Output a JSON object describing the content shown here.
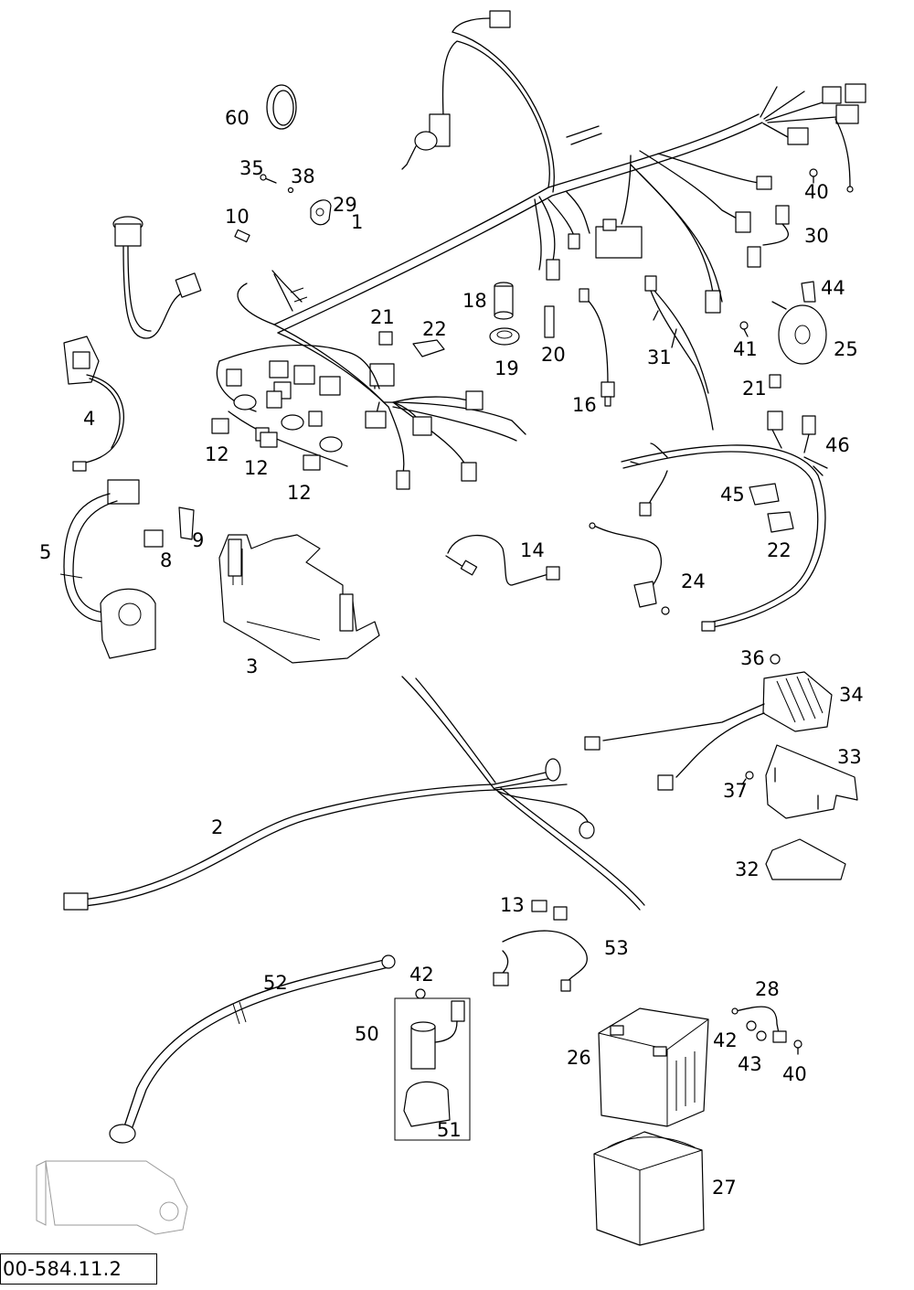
{
  "callouts": [
    {
      "id": "c60",
      "text": "60"
    },
    {
      "id": "c35",
      "text": "35"
    },
    {
      "id": "c38",
      "text": "38"
    },
    {
      "id": "c29",
      "text": "29"
    },
    {
      "id": "c10",
      "text": "10"
    },
    {
      "id": "c1",
      "text": "1"
    },
    {
      "id": "c40a",
      "text": "40"
    },
    {
      "id": "c30",
      "text": "30"
    },
    {
      "id": "c44",
      "text": "44"
    },
    {
      "id": "c18",
      "text": "18"
    },
    {
      "id": "c19",
      "text": "19"
    },
    {
      "id": "c20",
      "text": "20"
    },
    {
      "id": "c21a",
      "text": "21"
    },
    {
      "id": "c22a",
      "text": "22"
    },
    {
      "id": "c41",
      "text": "41"
    },
    {
      "id": "c25",
      "text": "25"
    },
    {
      "id": "c31",
      "text": "31"
    },
    {
      "id": "c4",
      "text": "4"
    },
    {
      "id": "c16",
      "text": "16"
    },
    {
      "id": "c21b",
      "text": "21"
    },
    {
      "id": "c46",
      "text": "46"
    },
    {
      "id": "c12a",
      "text": "12"
    },
    {
      "id": "c12b",
      "text": "12"
    },
    {
      "id": "c12c",
      "text": "12"
    },
    {
      "id": "c45",
      "text": "45"
    },
    {
      "id": "c22b",
      "text": "22"
    },
    {
      "id": "c5",
      "text": "5"
    },
    {
      "id": "c8",
      "text": "8"
    },
    {
      "id": "c9",
      "text": "9"
    },
    {
      "id": "c14",
      "text": "14"
    },
    {
      "id": "c24",
      "text": "24"
    },
    {
      "id": "c3",
      "text": "3"
    },
    {
      "id": "c36",
      "text": "36"
    },
    {
      "id": "c34",
      "text": "34"
    },
    {
      "id": "c33",
      "text": "33"
    },
    {
      "id": "c37",
      "text": "37"
    },
    {
      "id": "c2",
      "text": "2"
    },
    {
      "id": "c32",
      "text": "32"
    },
    {
      "id": "c13",
      "text": "13"
    },
    {
      "id": "c53",
      "text": "53"
    },
    {
      "id": "c52",
      "text": "52"
    },
    {
      "id": "c42a",
      "text": "42"
    },
    {
      "id": "c28",
      "text": "28"
    },
    {
      "id": "c50",
      "text": "50"
    },
    {
      "id": "c42b",
      "text": "42"
    },
    {
      "id": "c26",
      "text": "26"
    },
    {
      "id": "c43",
      "text": "43"
    },
    {
      "id": "c40b",
      "text": "40"
    },
    {
      "id": "c51",
      "text": "51"
    },
    {
      "id": "c27",
      "text": "27"
    }
  ],
  "reference_number": "00-584.11.2"
}
